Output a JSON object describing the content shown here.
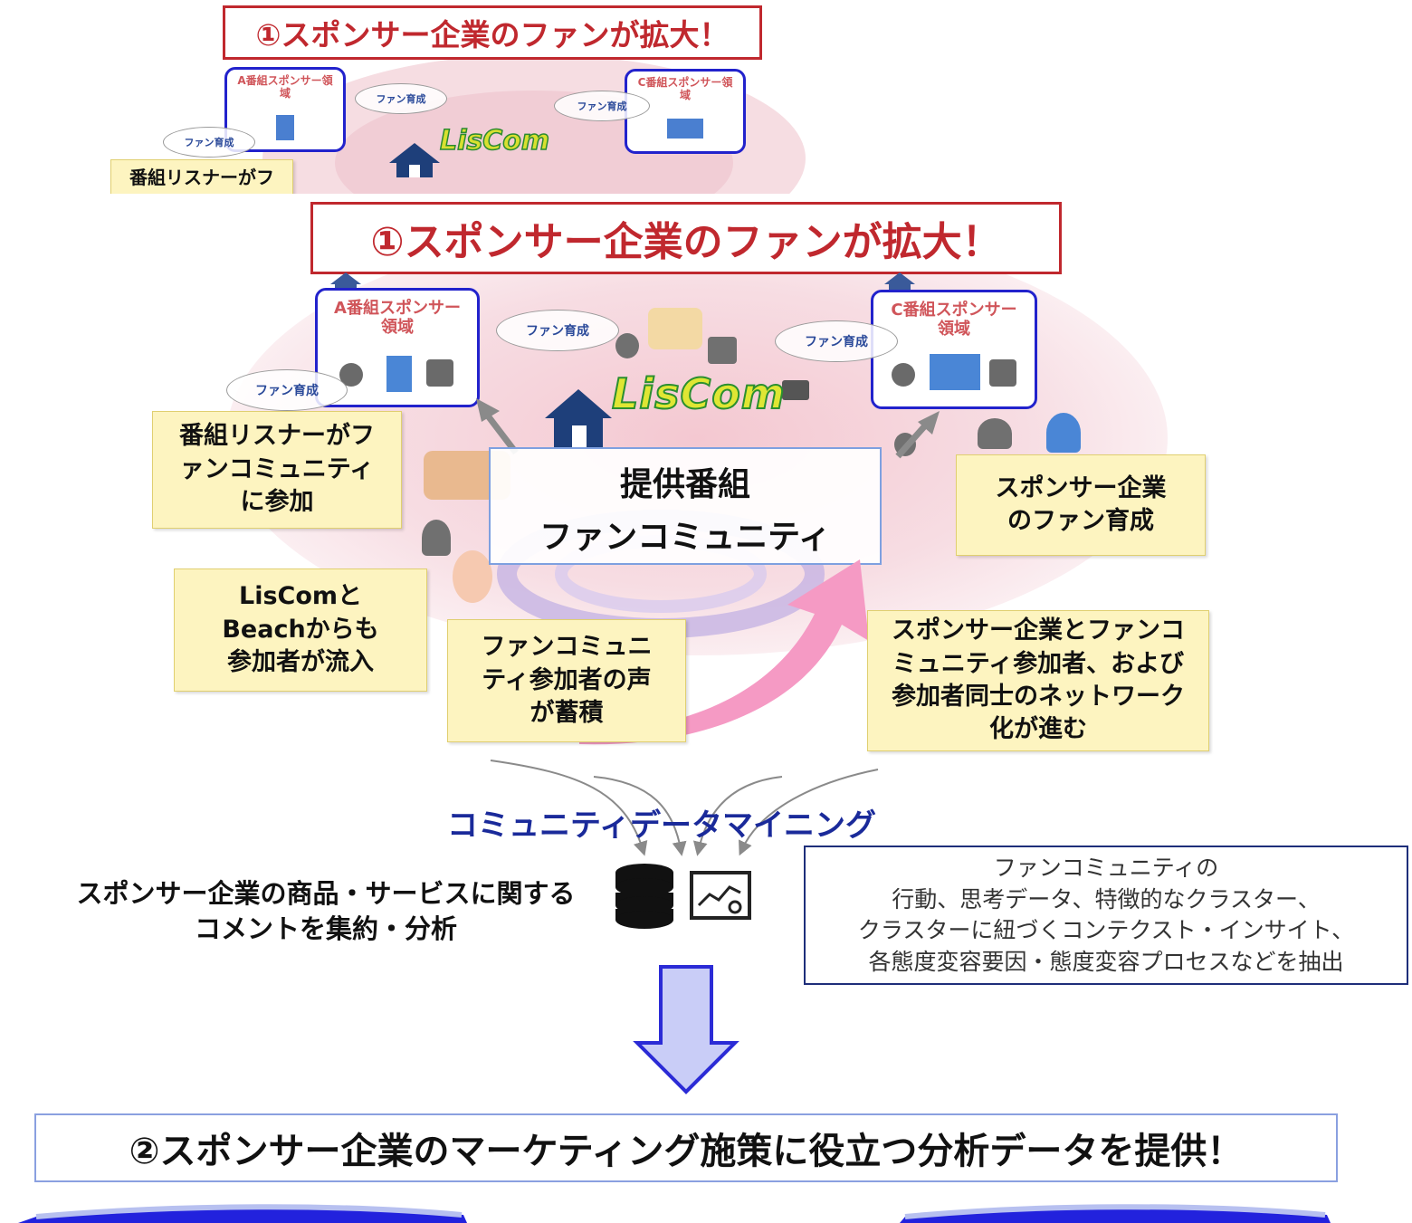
{
  "colors": {
    "title_red": "#c0282e",
    "sponsor_border": "#2222cc",
    "sponsor_label": "#d0555a",
    "note_bg": "#fdf4c0",
    "mining_title": "#1a2a9a",
    "pink_arrow": "#f59ac4",
    "down_arrow_fill": "#c9cdf7",
    "down_arrow_stroke": "#2b2bd6"
  },
  "top_preview": {
    "title": "①スポンサー企業のファンが拡大！",
    "sponsor_a": "A番組スポンサー領域",
    "sponsor_c": "C番組スポンサー領域",
    "fan_tag_1": "ファン育成",
    "fan_tag_2": "ファン育成",
    "fan_tag_3": "ファン育成",
    "note": "番組リスナーがフ"
  },
  "main": {
    "title": "①スポンサー企業のファンが拡大！",
    "sponsor_a": "A番組スポンサー領域",
    "sponsor_c": "C番組スポンサー領域",
    "fan_tag_1": "ファン育成",
    "fan_tag_2": "ファン育成",
    "fan_tag_3": "ファン育成",
    "logo": "LisCom",
    "center_box_line1": "提供番組",
    "center_box_line2": "ファンコミュニティ",
    "notes": {
      "listener": "番組リスナーがファンコミュニティに参加",
      "inflow": "LisComとBeachからも参加者が流入",
      "voices": "ファンコミュニティ参加者の声が蓄積",
      "sponsor_fan": "スポンサー企業のファン育成",
      "network": "スポンサー企業とファンコミュニティ参加者、および参加者同士のネットワーク化が進む"
    }
  },
  "mining": {
    "title": "コミュニティデータマイニング",
    "left_text_line1": "スポンサー企業の商品・サービスに関する",
    "left_text_line2": "コメントを集約・分析",
    "right_box": [
      "ファンコミュニティの",
      "行動、思考データ、特徴的なクラスター、",
      "クラスターに紐づくコンテクスト・インサイト、",
      "各態度変容要因・態度変容プロセスなどを抽出"
    ]
  },
  "bottom": {
    "title": "②スポンサー企業のマーケティング施策に役立つ分析データを提供！"
  }
}
